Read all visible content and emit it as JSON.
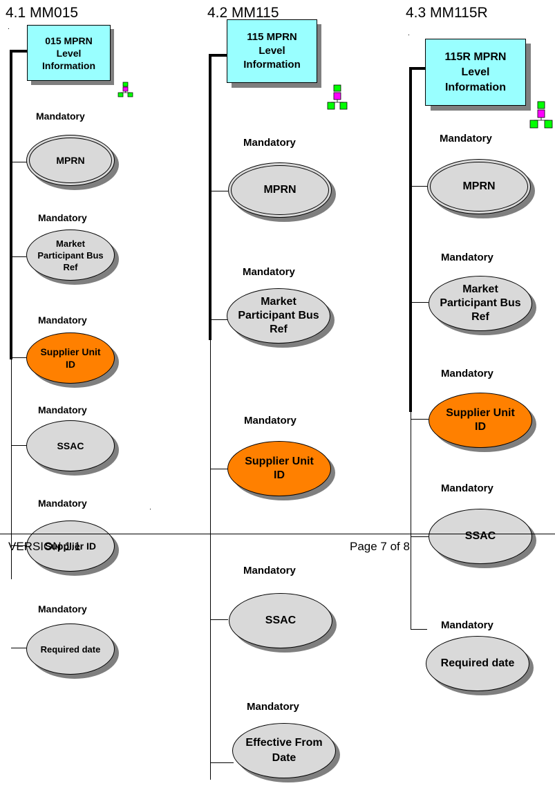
{
  "columns": [
    {
      "title": "4.1 MM015",
      "header_box": "015 MPRN\nLevel\nInformation",
      "items": [
        {
          "label": "Mandatory",
          "text": "MPRN"
        },
        {
          "label": "Mandatory",
          "text": "Market\nParticipant Bus\nRef"
        },
        {
          "label": "Mandatory",
          "text": "Supplier Unit\nID"
        },
        {
          "label": "Mandatory",
          "text": "SSAC"
        },
        {
          "label": "Mandatory",
          "text": "Supplier ID"
        },
        {
          "label": "Mandatory",
          "text": "Required date"
        }
      ]
    },
    {
      "title": "4.2 MM115",
      "header_box": "115 MPRN\nLevel\nInformation",
      "items": [
        {
          "label": "Mandatory",
          "text": "MPRN"
        },
        {
          "label": "Mandatory",
          "text": "Market\nParticipant Bus\nRef"
        },
        {
          "label": "Mandatory",
          "text": "Supplier Unit\nID"
        },
        {
          "label": "Mandatory",
          "text": "SSAC"
        },
        {
          "label": "Mandatory",
          "text": "Effective From\nDate"
        }
      ]
    },
    {
      "title": "4.3 MM115R",
      "header_box": "115R MPRN\nLevel\nInformation",
      "items": [
        {
          "label": "Mandatory",
          "text": "MPRN"
        },
        {
          "label": "Mandatory",
          "text": "Market\nParticipant Bus\nRef"
        },
        {
          "label": "Mandatory",
          "text": "Supplier Unit\nID"
        },
        {
          "label": "Mandatory",
          "text": "SSAC"
        },
        {
          "label": "Mandatory",
          "text": "Required date"
        }
      ]
    }
  ],
  "footer": {
    "version": "VERSION 1.1",
    "page": "Page 7 of 8"
  },
  "colors": {
    "header_box": "#99ffff",
    "oval_grey": "#d9d9d9",
    "oval_orange": "#ff8000",
    "shadow": "#7f7f7f"
  }
}
